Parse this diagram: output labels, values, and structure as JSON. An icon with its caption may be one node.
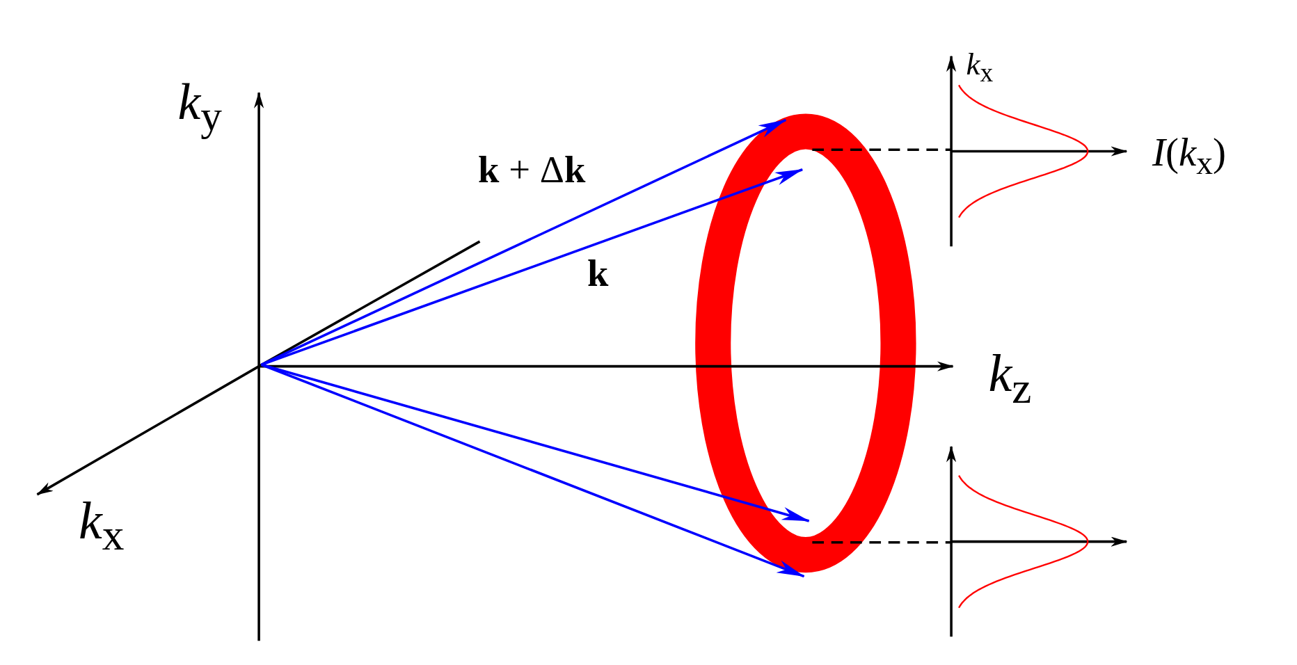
{
  "diagram": {
    "nodes": [
      {
        "text": [],
        "shape": "ring"
      }
    ],
    "labels": [
      "*k*$_{x}$",
      "*k*$_{y}$",
      "*I*(*k*$_{x}$)",
      "**k** + Δ**k**",
      "**k**",
      "*k*$_{z}$",
      "*k*$_{x}$"
    ]
  }
}
